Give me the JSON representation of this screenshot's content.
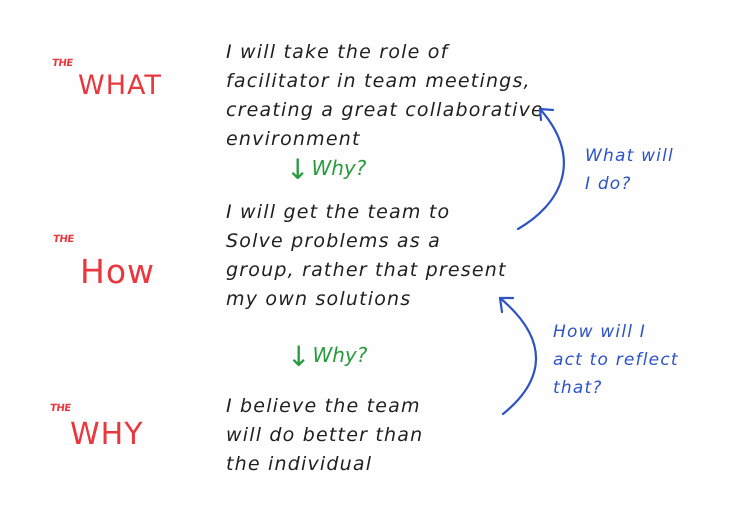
{
  "sections": {
    "what": {
      "prefix": "THE",
      "title": "WHAT",
      "statement": [
        "I will take the role of",
        "facilitator in team meetings,",
        "creating a great collaborative",
        "environment"
      ]
    },
    "how": {
      "prefix": "THE",
      "title": "How",
      "statement": [
        "I will get the team to",
        "Solve problems as a",
        "group, rather that present",
        "my own solutions"
      ]
    },
    "why": {
      "prefix": "THE",
      "title": "WHY",
      "statement": [
        "I believe the team",
        "will do better than",
        "the individual"
      ]
    }
  },
  "why_prompts": [
    {
      "arrow": "↓",
      "label": "Why?"
    },
    {
      "arrow": "↓",
      "label": "Why?"
    }
  ],
  "side_notes": {
    "what_will_i_do": [
      "What will",
      "I do?"
    ],
    "how_will_i_act": [
      "How will I",
      "act to reflect",
      "that?"
    ]
  },
  "colors": {
    "label_red": "#e8383d",
    "text_black": "#1f1f1f",
    "why_green": "#2a9a3e",
    "note_blue": "#2d53c4",
    "background": "#fefefe"
  },
  "icons": {
    "down_arrow": "down-arrow-icon",
    "curved_arrow": "curved-up-arrow-icon"
  }
}
